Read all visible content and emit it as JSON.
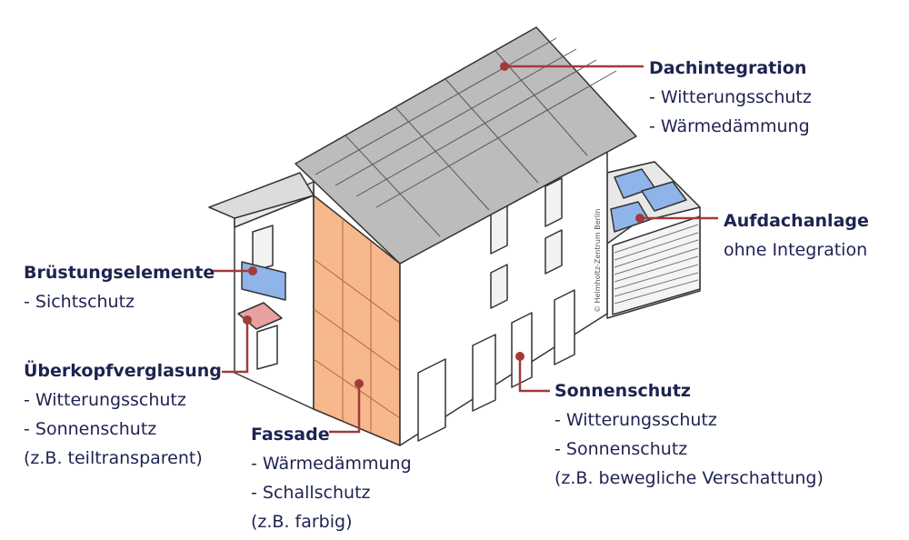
{
  "credit": "© Helmholtz-Zentrum Berlin",
  "colors": {
    "accent_line": "#a33a3a",
    "label_text": "#1e2350",
    "facade": "#f5b68a",
    "roof": "#b9b9b9",
    "pv": "#7fa6e0"
  },
  "labels": {
    "dach": {
      "title": "Dachintegration",
      "lines": [
        "- Witterungsschutz",
        "- Wärmedämmung"
      ]
    },
    "aufdach": {
      "title": "Aufdachanlage",
      "lines": [
        "ohne Integration"
      ]
    },
    "bruestung": {
      "title": "Brüstungselemente",
      "lines": [
        "- Sichtschutz"
      ]
    },
    "ueberkopf": {
      "title": "Überkopfverglasung",
      "lines": [
        "- Witterungsschutz",
        "- Sonnenschutz",
        "(z.B. teiltransparent)"
      ]
    },
    "fassade": {
      "title": "Fassade",
      "lines": [
        "- Wärmedämmung",
        "- Schallschutz",
        "(z.B. farbig)"
      ]
    },
    "sonnen": {
      "title": "Sonnenschutz",
      "lines": [
        "- Witterungsschutz",
        "- Sonnenschutz",
        "(z.B. bewegliche Verschattung)"
      ]
    }
  }
}
